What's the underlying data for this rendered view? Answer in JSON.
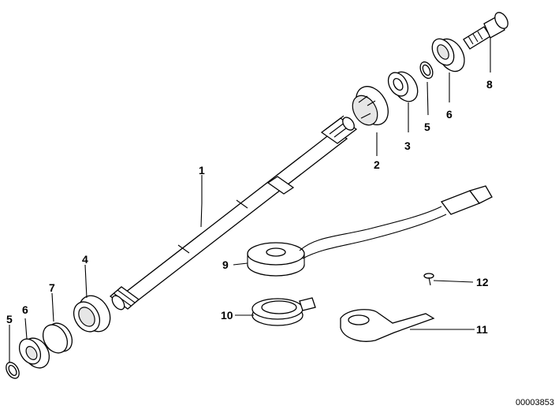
{
  "diagram": {
    "callouts": [
      {
        "id": "1",
        "text": "1"
      },
      {
        "id": "2",
        "text": "2"
      },
      {
        "id": "3",
        "text": "3"
      },
      {
        "id": "4",
        "text": "4"
      },
      {
        "id": "5a",
        "text": "5"
      },
      {
        "id": "5b",
        "text": "5"
      },
      {
        "id": "6a",
        "text": "6"
      },
      {
        "id": "6b",
        "text": "6"
      },
      {
        "id": "7",
        "text": "7"
      },
      {
        "id": "8",
        "text": "8"
      },
      {
        "id": "9",
        "text": "9"
      },
      {
        "id": "10",
        "text": "10"
      },
      {
        "id": "11",
        "text": "11"
      },
      {
        "id": "12",
        "text": "12"
      }
    ],
    "reference_number": "00003853"
  }
}
